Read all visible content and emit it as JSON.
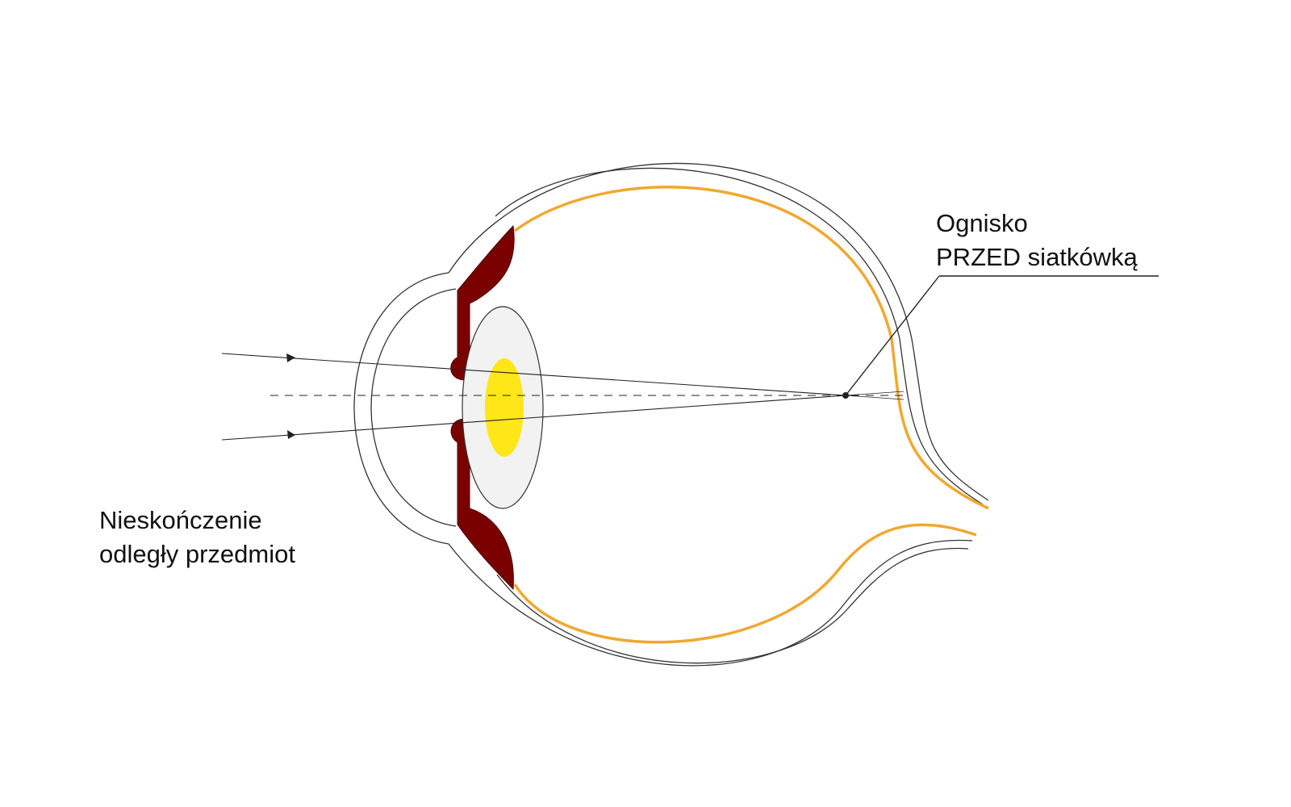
{
  "labels": {
    "object": {
      "line1": "Nieskończenie",
      "line2": "odległy przedmiot"
    },
    "focus": {
      "line1": "Ognisko",
      "line2": "PRZED siatkówką"
    }
  },
  "colors": {
    "outline": "#333333",
    "retina": "#f0a830",
    "iris": "#7a0000",
    "lens": "#f2f2f2",
    "lens_core": "#ffe619",
    "ray": "#222222"
  }
}
